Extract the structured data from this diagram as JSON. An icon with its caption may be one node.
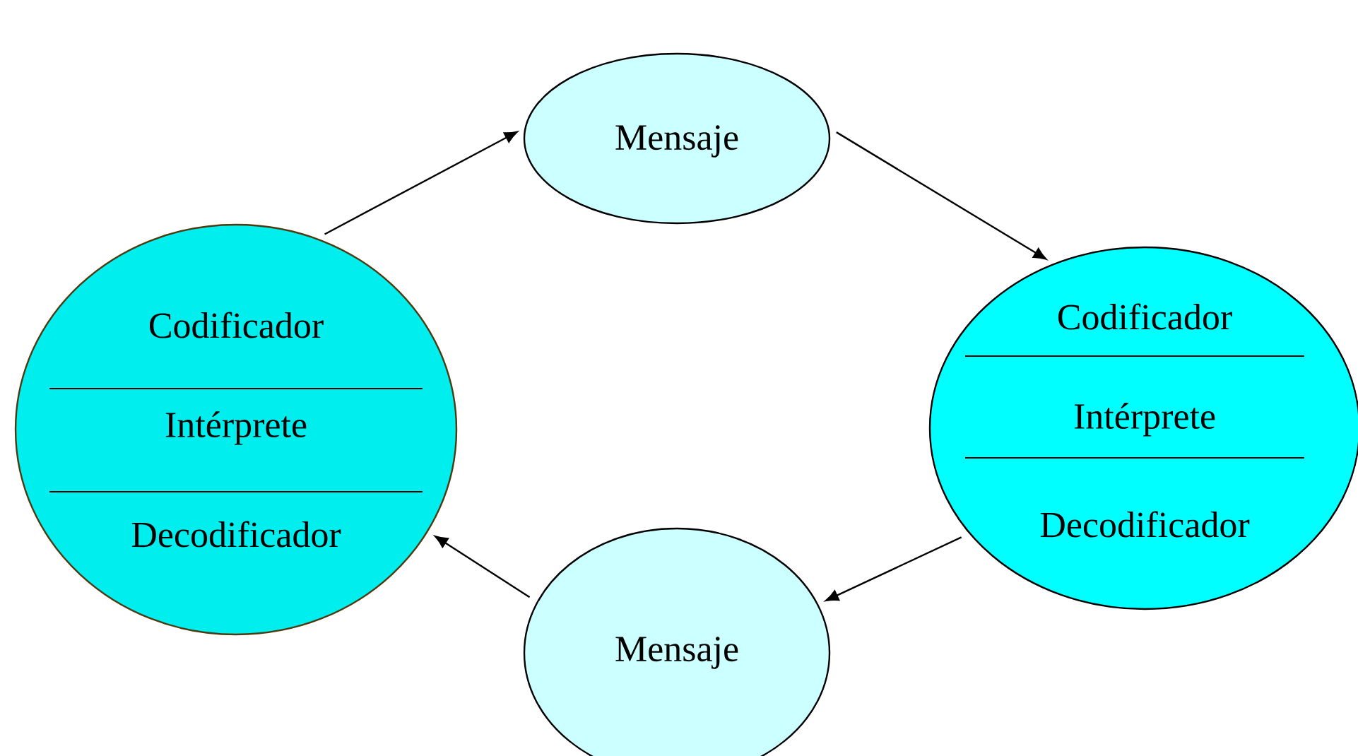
{
  "diagram": {
    "nodes": [
      {
        "text": [
          "Codificador",
          "Intérprete",
          "Decodificador"
        ]
      },
      {
        "text": [
          "Mensaje"
        ]
      },
      {
        "text": [
          "Codificador",
          "Intérprete",
          "Decodificador"
        ]
      },
      {
        "text": [
          "Mensaje"
        ]
      }
    ],
    "edges": [
      {
        "from": 0,
        "to": 1,
        "arrow": "to"
      },
      {
        "from": 1,
        "to": 2,
        "arrow": "to"
      },
      {
        "from": 2,
        "to": 3,
        "arrow": "to"
      },
      {
        "from": 3,
        "to": 0,
        "arrow": "to"
      }
    ]
  }
}
